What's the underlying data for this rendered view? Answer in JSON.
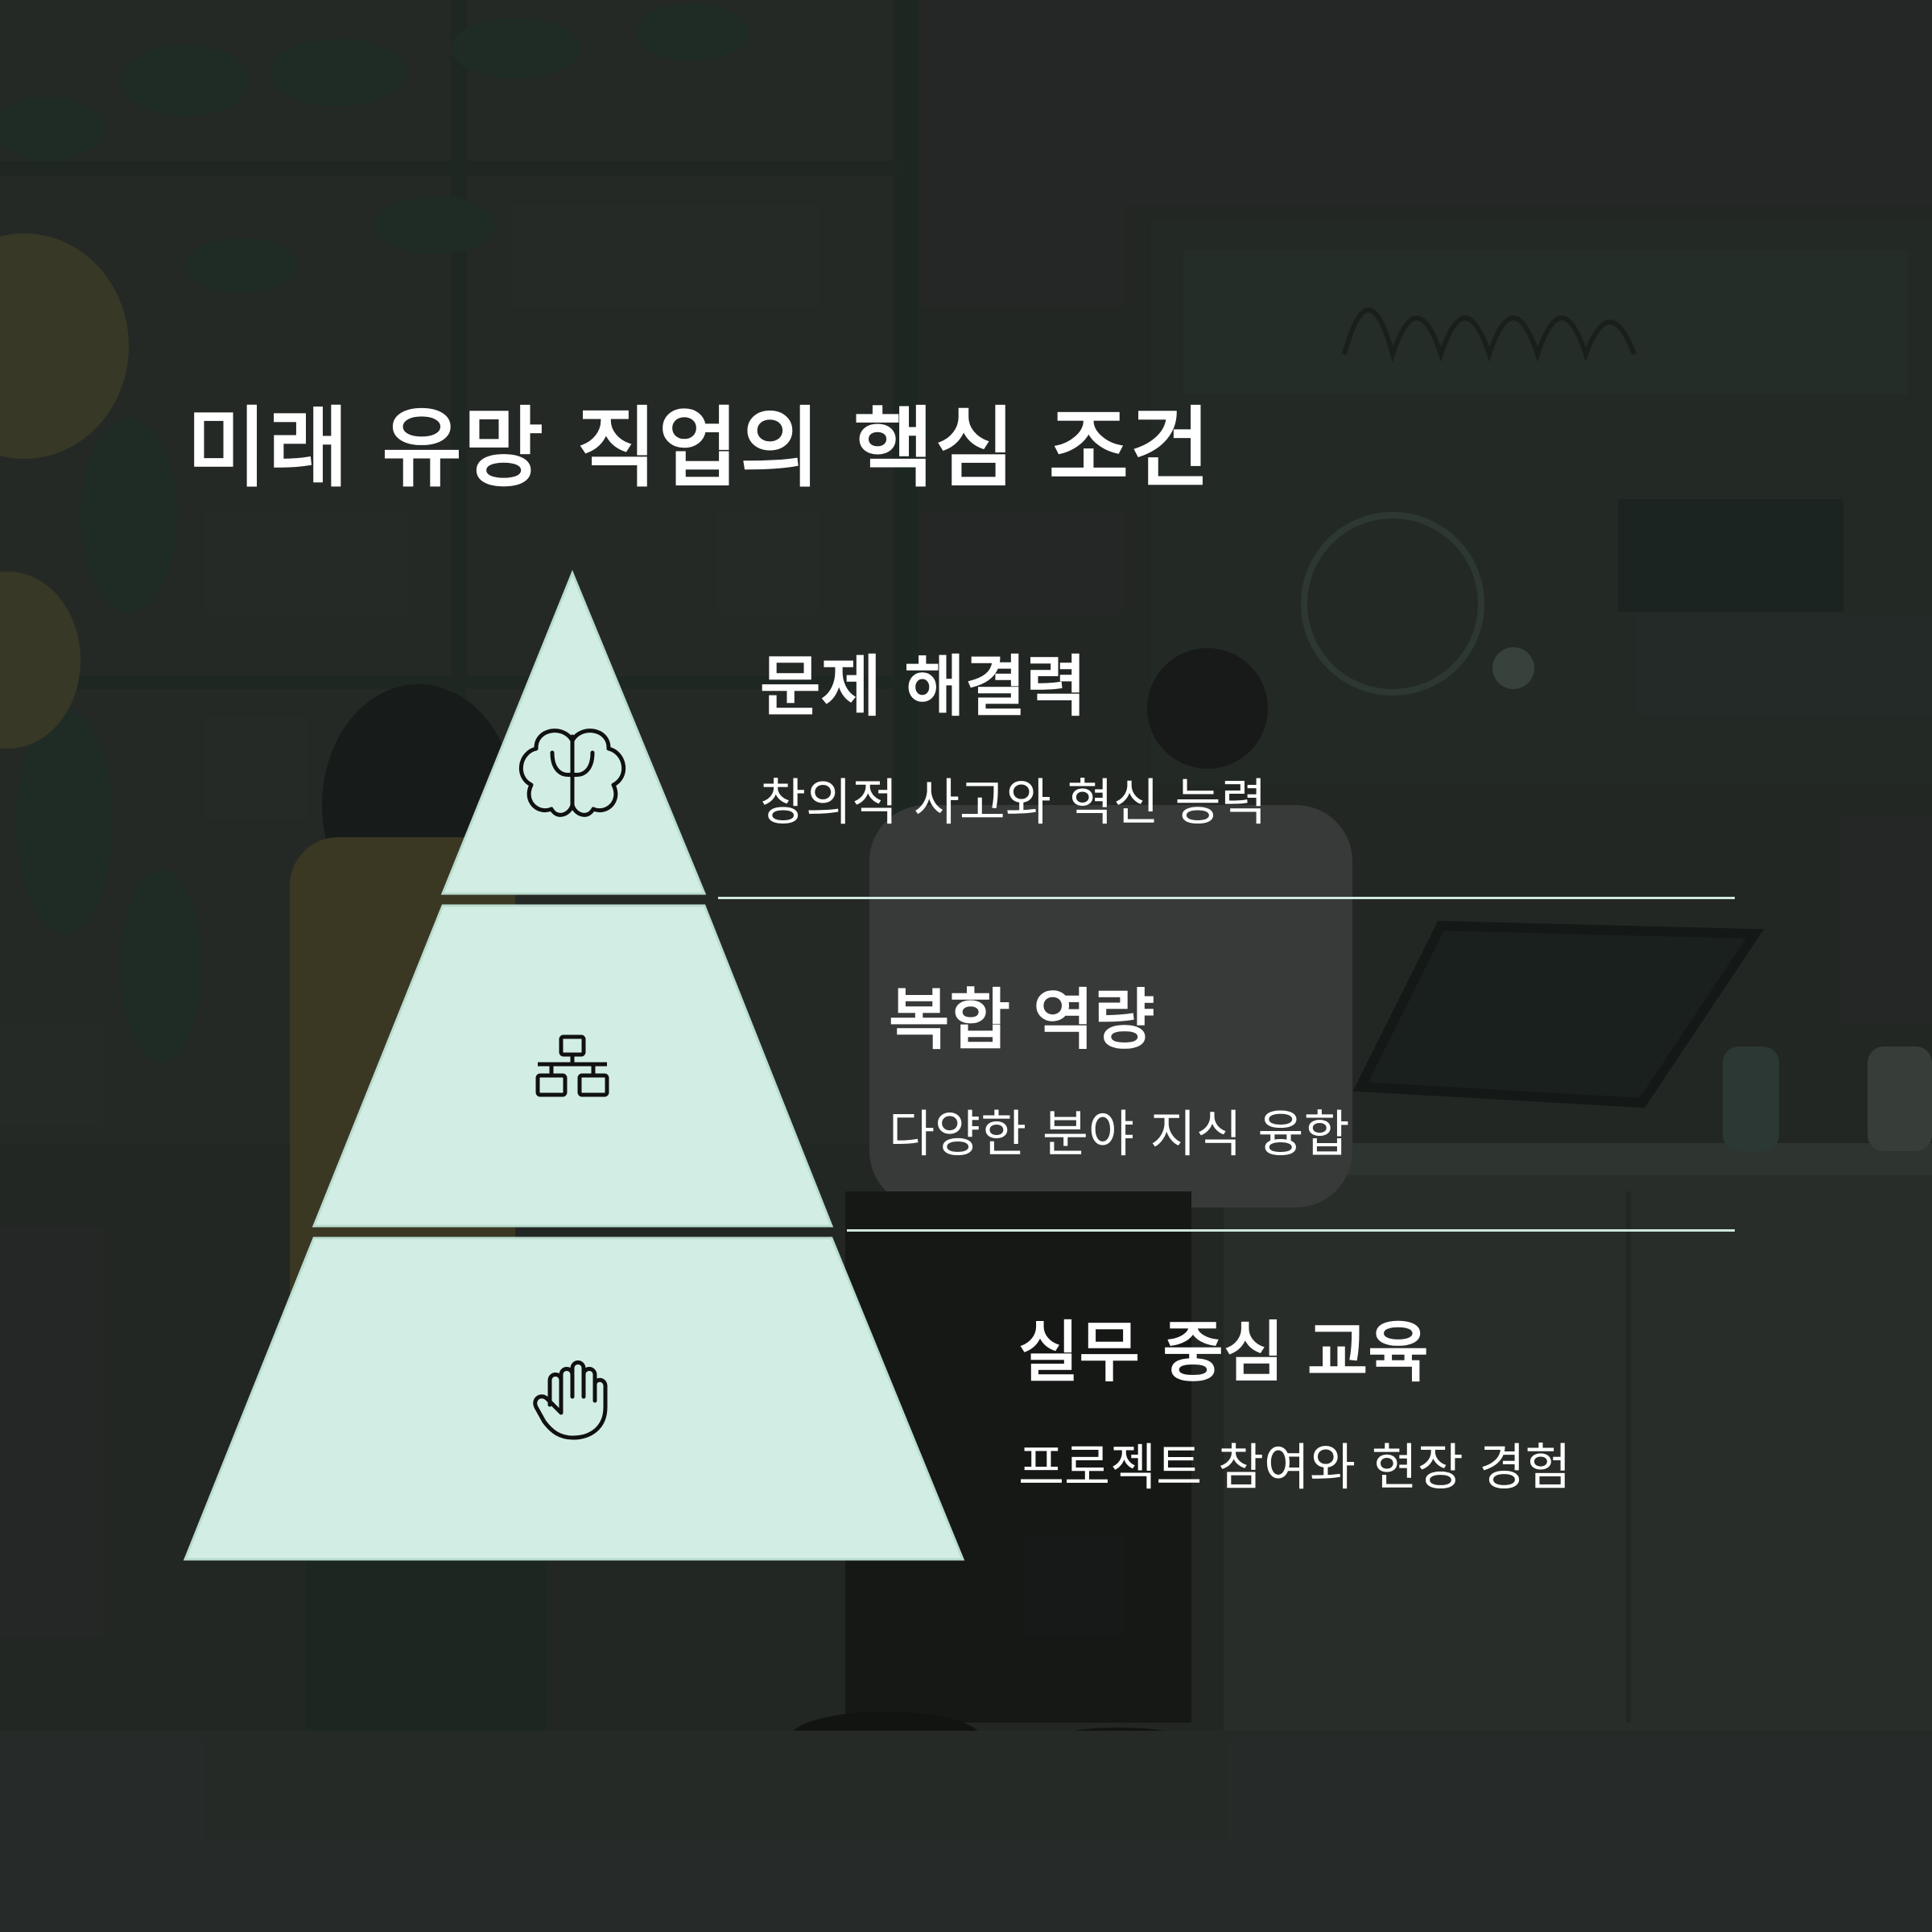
{
  "title": "미래 유망 직업의 핵심 조건",
  "colors": {
    "tier_fill": "#d2eee4",
    "tier_stroke": "#b9dccf",
    "divider": "#cfe9df",
    "text": "#ffffff",
    "icon": "#111111"
  },
  "tiers": [
    {
      "heading": "문제 해결력",
      "description": "창의적 사고와 혁신 능력",
      "icon": "brain-icon"
    },
    {
      "heading": "복합 역량",
      "description": "다양한 분야 지식 융합",
      "icon": "network-icon"
    },
    {
      "heading": "실무 중심 교육",
      "description": "프로젝트 참여와 현장 경험",
      "icon": "hand-icon"
    }
  ]
}
